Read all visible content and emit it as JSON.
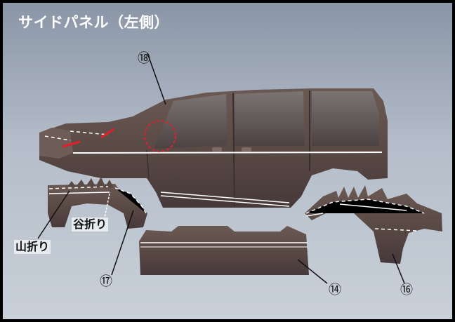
{
  "title": "サイドパネル（左側）",
  "labels": {
    "mountain_fold": "山折り",
    "valley_fold": "谷折り"
  },
  "part_numbers": {
    "p18": "⑱",
    "p17": "⑰",
    "p14": "⑭",
    "p16": "⑯"
  },
  "colors": {
    "background": "#a9b3c1",
    "panel_brown": "#5a4a45",
    "dashed_line": "#ffffff",
    "highlight_circle": "#e0202a",
    "red_mark": "#e0202a"
  }
}
